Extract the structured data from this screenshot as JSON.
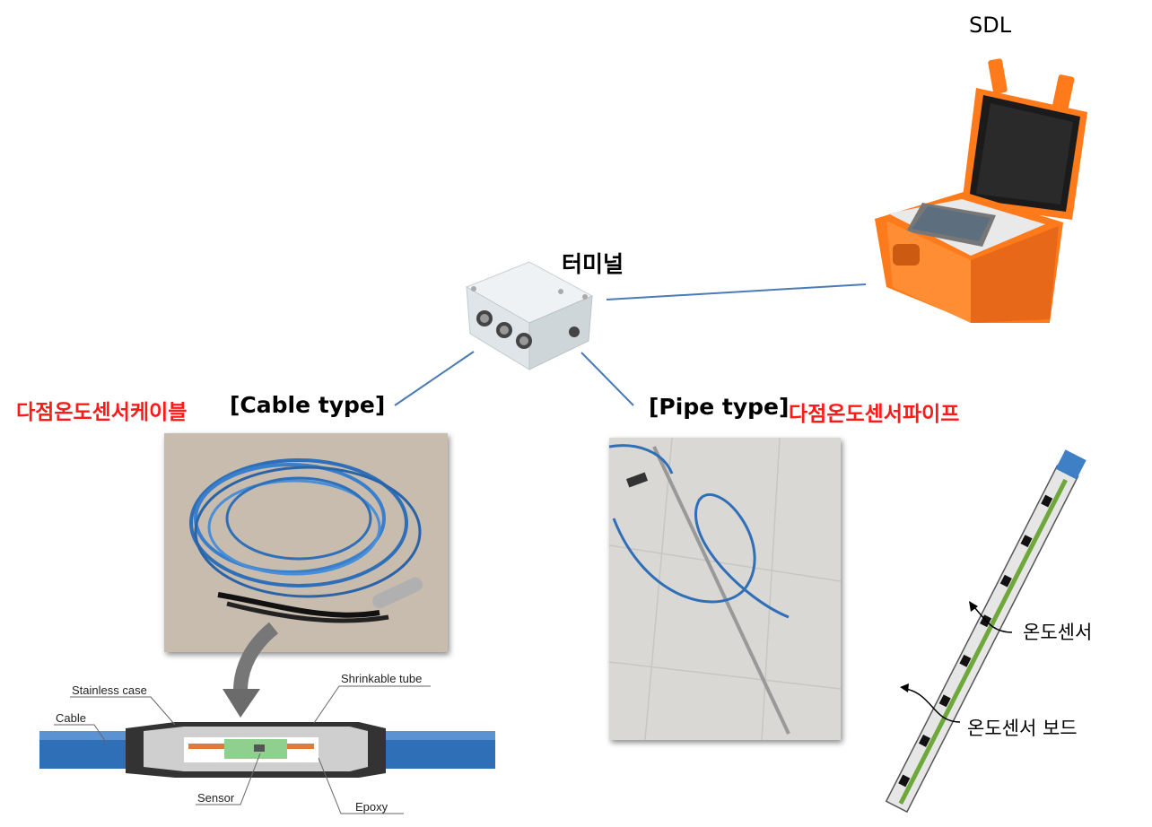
{
  "sdl": {
    "label": "SDL"
  },
  "terminal": {
    "label": "터미널"
  },
  "cable_type": {
    "label_kr": "다점온도센서케이블",
    "label_en": "[Cable type]"
  },
  "pipe_type": {
    "label_en": "[Pipe type]",
    "label_kr": "다점온도센서파이프"
  },
  "cable_section": {
    "stainless_case": "Stainless case",
    "shrinkable_tube": "Shrinkable tube",
    "cable": "Cable",
    "sensor": "Sensor",
    "epoxy": "Epoxy"
  },
  "pipe_section": {
    "temp_sensor": "온도센서",
    "temp_sensor_board": "온도센서 보드"
  },
  "colors": {
    "accent_red": "#ff1a1a",
    "connector_line": "#4a7bb5",
    "case_orange": "#ff7a1a",
    "cable_blue": "#2f6fb8",
    "board_green": "#6fa83a"
  }
}
